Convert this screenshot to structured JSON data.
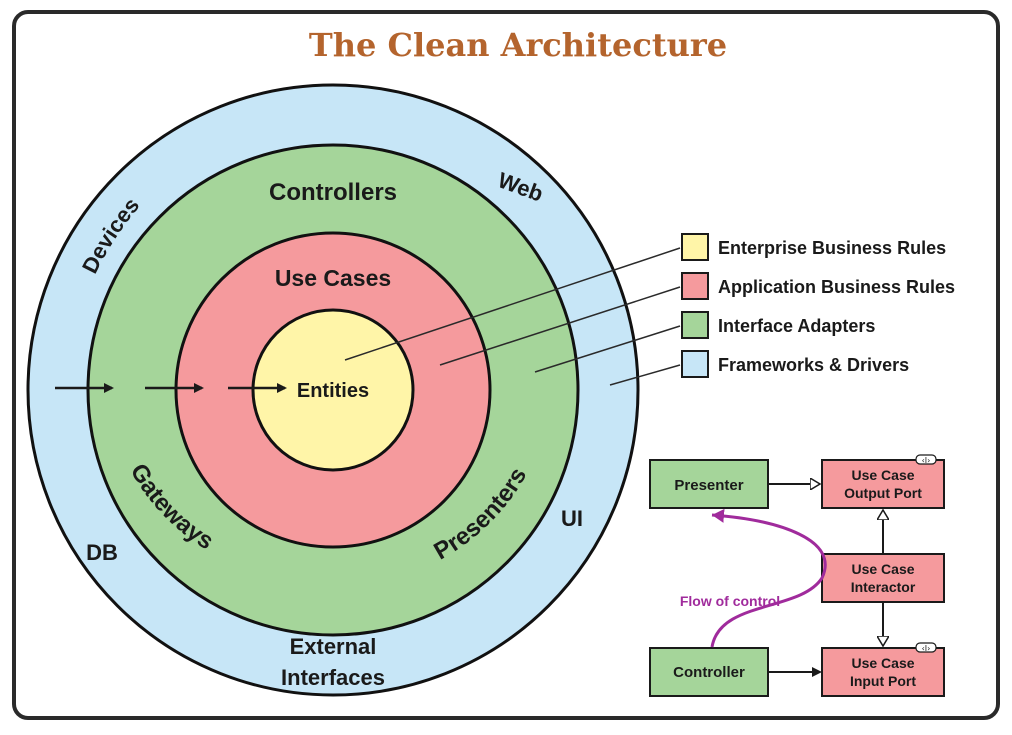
{
  "title": "The Clean Architecture",
  "colors": {
    "title": "#b4642d",
    "frameworks": "#c7e6f7",
    "adapters": "#a5d59a",
    "application": "#f59a9d",
    "enterprise": "#fff5a8",
    "flow": "#a02b9c"
  },
  "circles": {
    "frameworks": {
      "labels": {
        "devices": "Devices",
        "web": "Web",
        "db": "DB",
        "ui": "UI",
        "external_line1": "External",
        "external_line2": "Interfaces"
      }
    },
    "adapters": {
      "labels": {
        "controllers": "Controllers",
        "gateways": "Gateways",
        "presenters": "Presenters"
      }
    },
    "application": {
      "labels": {
        "use_cases": "Use Cases"
      }
    },
    "enterprise": {
      "labels": {
        "entities": "Entities"
      }
    }
  },
  "legend": [
    {
      "label": "Enterprise Business Rules",
      "color": "#fff5a8"
    },
    {
      "label": "Application Business Rules",
      "color": "#f59a9d"
    },
    {
      "label": "Interface Adapters",
      "color": "#a5d59a"
    },
    {
      "label": "Frameworks & Drivers",
      "color": "#c7e6f7"
    }
  ],
  "flow_diagram": {
    "presenter": "Presenter",
    "controller": "Controller",
    "output_port_line1": "Use Case",
    "output_port_line2": "Output Port",
    "interactor_line1": "Use Case",
    "interactor_line2": "Interactor",
    "input_port_line1": "Use Case",
    "input_port_line2": "Input Port",
    "flow_label": "Flow of control"
  }
}
